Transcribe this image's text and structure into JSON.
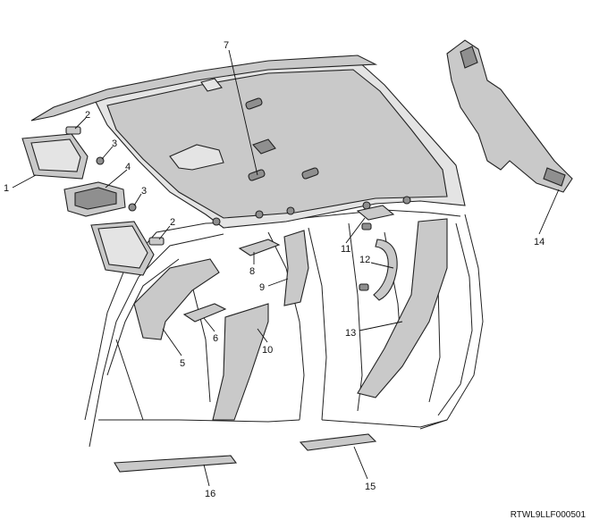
{
  "callouts": [
    {
      "id": "1",
      "text": "1"
    },
    {
      "id": "2a",
      "text": "2"
    },
    {
      "id": "2b",
      "text": "2"
    },
    {
      "id": "3a",
      "text": "3"
    },
    {
      "id": "3b",
      "text": "3"
    },
    {
      "id": "4",
      "text": "4"
    },
    {
      "id": "5",
      "text": "5"
    },
    {
      "id": "6",
      "text": "6"
    },
    {
      "id": "7",
      "text": "7"
    },
    {
      "id": "8",
      "text": "8"
    },
    {
      "id": "9",
      "text": "9"
    },
    {
      "id": "10",
      "text": "10"
    },
    {
      "id": "11",
      "text": "11"
    },
    {
      "id": "12",
      "text": "12"
    },
    {
      "id": "13",
      "text": "13"
    },
    {
      "id": "14",
      "text": "14"
    },
    {
      "id": "15",
      "text": "15"
    },
    {
      "id": "16",
      "text": "16"
    }
  ],
  "drawing_code": "RTWL9LLF000501"
}
